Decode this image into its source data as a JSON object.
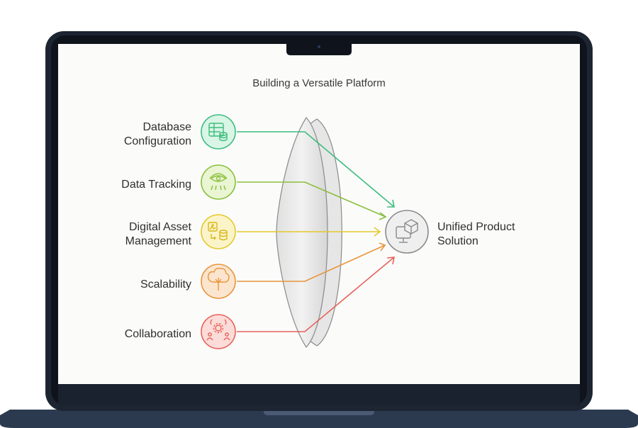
{
  "diagram": {
    "title": "Building a Versatile Platform",
    "inputs": [
      {
        "label_lines": [
          "Database",
          "Configuration"
        ],
        "icon": "database-table-icon",
        "color": "#3dbd7d",
        "fill": "#d9f5e6"
      },
      {
        "label_lines": [
          "Data Tracking"
        ],
        "icon": "eye-tracking-icon",
        "color": "#8abf3a",
        "fill": "#e9f5d3"
      },
      {
        "label_lines": [
          "Digital Asset",
          "Management"
        ],
        "icon": "asset-database-icon",
        "color": "#e4c92a",
        "fill": "#fbf4c9"
      },
      {
        "label_lines": [
          "Scalability"
        ],
        "icon": "tree-growth-icon",
        "color": "#e8953a",
        "fill": "#fce5cf"
      },
      {
        "label_lines": [
          "Collaboration"
        ],
        "icon": "team-gear-icon",
        "color": "#e8625a",
        "fill": "#fbdcd8"
      }
    ],
    "output": {
      "label_lines": [
        "Unified Product",
        "Solution"
      ],
      "icon": "monitor-cube-icon",
      "color": "#8a8a8a",
      "fill": "#efefef"
    }
  }
}
